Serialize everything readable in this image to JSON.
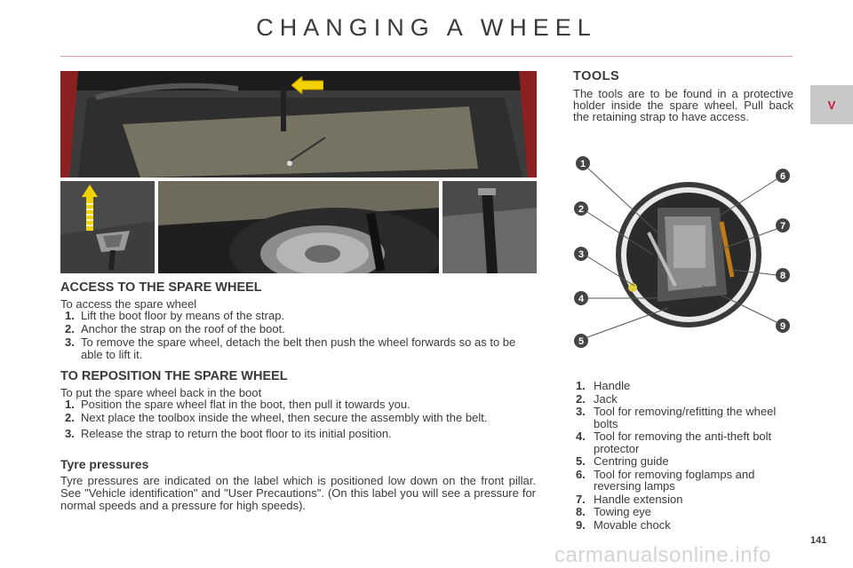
{
  "header": {
    "title": "CHANGING A WHEEL",
    "chapter": "V"
  },
  "access": {
    "heading": "ACCESS TO THE SPARE WHEEL",
    "intro": "To access the spare wheel",
    "steps": [
      {
        "num": "1.",
        "text": "Lift the boot floor by means of the strap."
      },
      {
        "num": "2.",
        "text": "Anchor the strap on the roof of the boot."
      },
      {
        "num": "3.",
        "text": "To remove the spare wheel, detach the belt then push the wheel forwards so as to be able to lift it."
      }
    ]
  },
  "reposition": {
    "heading": "TO REPOSITION THE SPARE WHEEL",
    "intro": "To put the spare wheel back in the boot",
    "steps": [
      {
        "num": "1.",
        "text": "Position the spare wheel flat in the boot, then pull it towards you."
      },
      {
        "num": "2.",
        "text": "Next place the toolbox inside the wheel, then secure the assembly with the belt."
      },
      {
        "num": "3.",
        "text": "Release the strap to return the boot floor to its initial position."
      }
    ]
  },
  "tyre": {
    "heading": "Tyre pressures",
    "text": "Tyre pressures are indicated on the label which is positioned low down on the front pillar. See \"Vehicle identification\" and \"User Precautions\". (On this label you will see a pressure for normal speeds and a pressure for high speeds)."
  },
  "tools": {
    "heading": "TOOLS",
    "text": "The tools are to be found in a protective holder inside the spare wheel. Pull back the retaining strap to have access.",
    "callouts": [
      "1",
      "2",
      "3",
      "4",
      "5",
      "6",
      "7",
      "8",
      "9"
    ],
    "items": [
      {
        "num": "1.",
        "text": "Handle"
      },
      {
        "num": "2.",
        "text": "Jack"
      },
      {
        "num": "3.",
        "text": "Tool for removing/refitting the wheel bolts"
      },
      {
        "num": "4.",
        "text": "Tool for removing the anti-theft bolt protector"
      },
      {
        "num": "5.",
        "text": "Centring guide"
      },
      {
        "num": "6.",
        "text": "Tool for removing foglamps and reversing lamps"
      },
      {
        "num": "7.",
        "text": "Handle extension"
      },
      {
        "num": "8.",
        "text": "Towing eye"
      },
      {
        "num": "9.",
        "text": "Movable chock"
      }
    ]
  },
  "footer": {
    "page_number": "141",
    "watermark": "carmanualsonline.info"
  },
  "colors": {
    "accent": "#d0103a",
    "arrow_yellow": "#f2d200",
    "callout": "#444444"
  }
}
